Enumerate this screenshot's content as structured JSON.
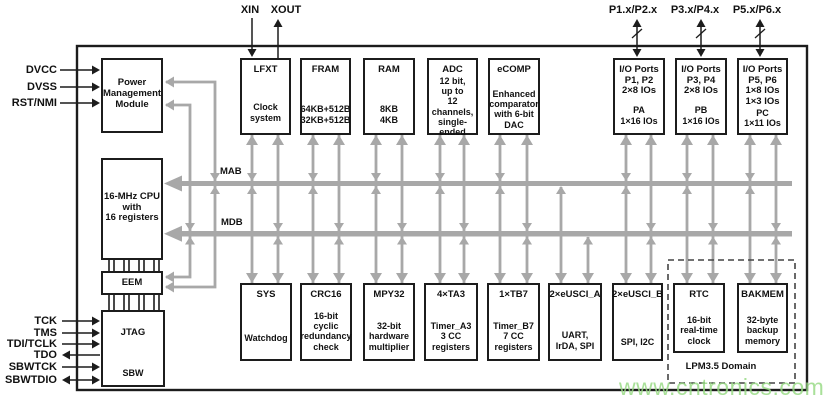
{
  "pins": {
    "xin": "XIN",
    "xout": "XOUT",
    "p12": "P1.x/P2.x",
    "p34": "P3.x/P4.x",
    "p56": "P5.x/P6.x",
    "dvcc": "DVCC",
    "dvss": "DVSS",
    "rst_nmi": "RST/NMI",
    "tck": "TCK",
    "tms": "TMS",
    "tdi_tclk": "TDI/TCLK",
    "tdo": "TDO",
    "sbwtck": "SBWTCK",
    "sbwtdio": "SBWTDIO"
  },
  "buses": {
    "mab": "MAB",
    "mdb": "MDB"
  },
  "blocks": {
    "pmm": {
      "body": "Power\nManagement\nModule"
    },
    "cpu": {
      "body": "16-MHz CPU\nwith\n16 registers"
    },
    "eem": {
      "body": "EEM"
    },
    "jtag": {
      "title": "JTAG",
      "body": "SBW"
    },
    "lfxt": {
      "title": "LFXT",
      "body": "Clock\nsystem"
    },
    "fram": {
      "title": "FRAM",
      "body": "64KB+512B\n32KB+512B"
    },
    "ram": {
      "title": "RAM",
      "body": "8KB\n4KB"
    },
    "adc": {
      "title": "ADC",
      "body": "12 bit,\nup to\n12 channels,\nsingle-ended"
    },
    "ecomp": {
      "title": "eCOMP",
      "body": "Enhanced\ncomparator\nwith 6-bit\nDAC"
    },
    "io12": {
      "title": "I/O Ports\nP1, P2\n2×8 IOs",
      "body": "PA\n1×16 IOs"
    },
    "io34": {
      "title": "I/O Ports\nP3, P4\n2×8 IOs",
      "body": "PB\n1×16 IOs"
    },
    "io56": {
      "title": "I/O Ports\nP5, P6\n1×8 IOs\n1×3 IOs",
      "body": "PC\n1×11 IOs"
    },
    "sys": {
      "title": "SYS",
      "body": "Watchdog"
    },
    "crc": {
      "title": "CRC16",
      "body": "16-bit cyclic\nredundancy\ncheck"
    },
    "mpy": {
      "title": "MPY32",
      "body": "32-bit\nhardware\nmultiplier"
    },
    "ta3": {
      "title": "4×TA3",
      "body": "Timer_A3\n3 CC\nregisters"
    },
    "tb7": {
      "title": "1×TB7",
      "body": "Timer_B7\n7 CC\nregisters"
    },
    "uscia": {
      "title": "2×eUSCI_A",
      "body": "UART,\nIrDA, SPI"
    },
    "uscib": {
      "title": "2×eUSCI_B",
      "body": "SPI, I2C"
    },
    "rtc": {
      "title": "RTC",
      "body": "16-bit\nreal-time\nclock"
    },
    "bakmem": {
      "title": "BAKMEM",
      "body": "32-byte\nbackup\nmemory"
    }
  },
  "labels": {
    "lpm_domain": "LPM3.5 Domain",
    "watermark": "www.cntronics.com"
  },
  "colors": {
    "wire_gray": "#a8a8a8",
    "line_black": "#1c1c1c",
    "watermark_green": "#96d982"
  }
}
